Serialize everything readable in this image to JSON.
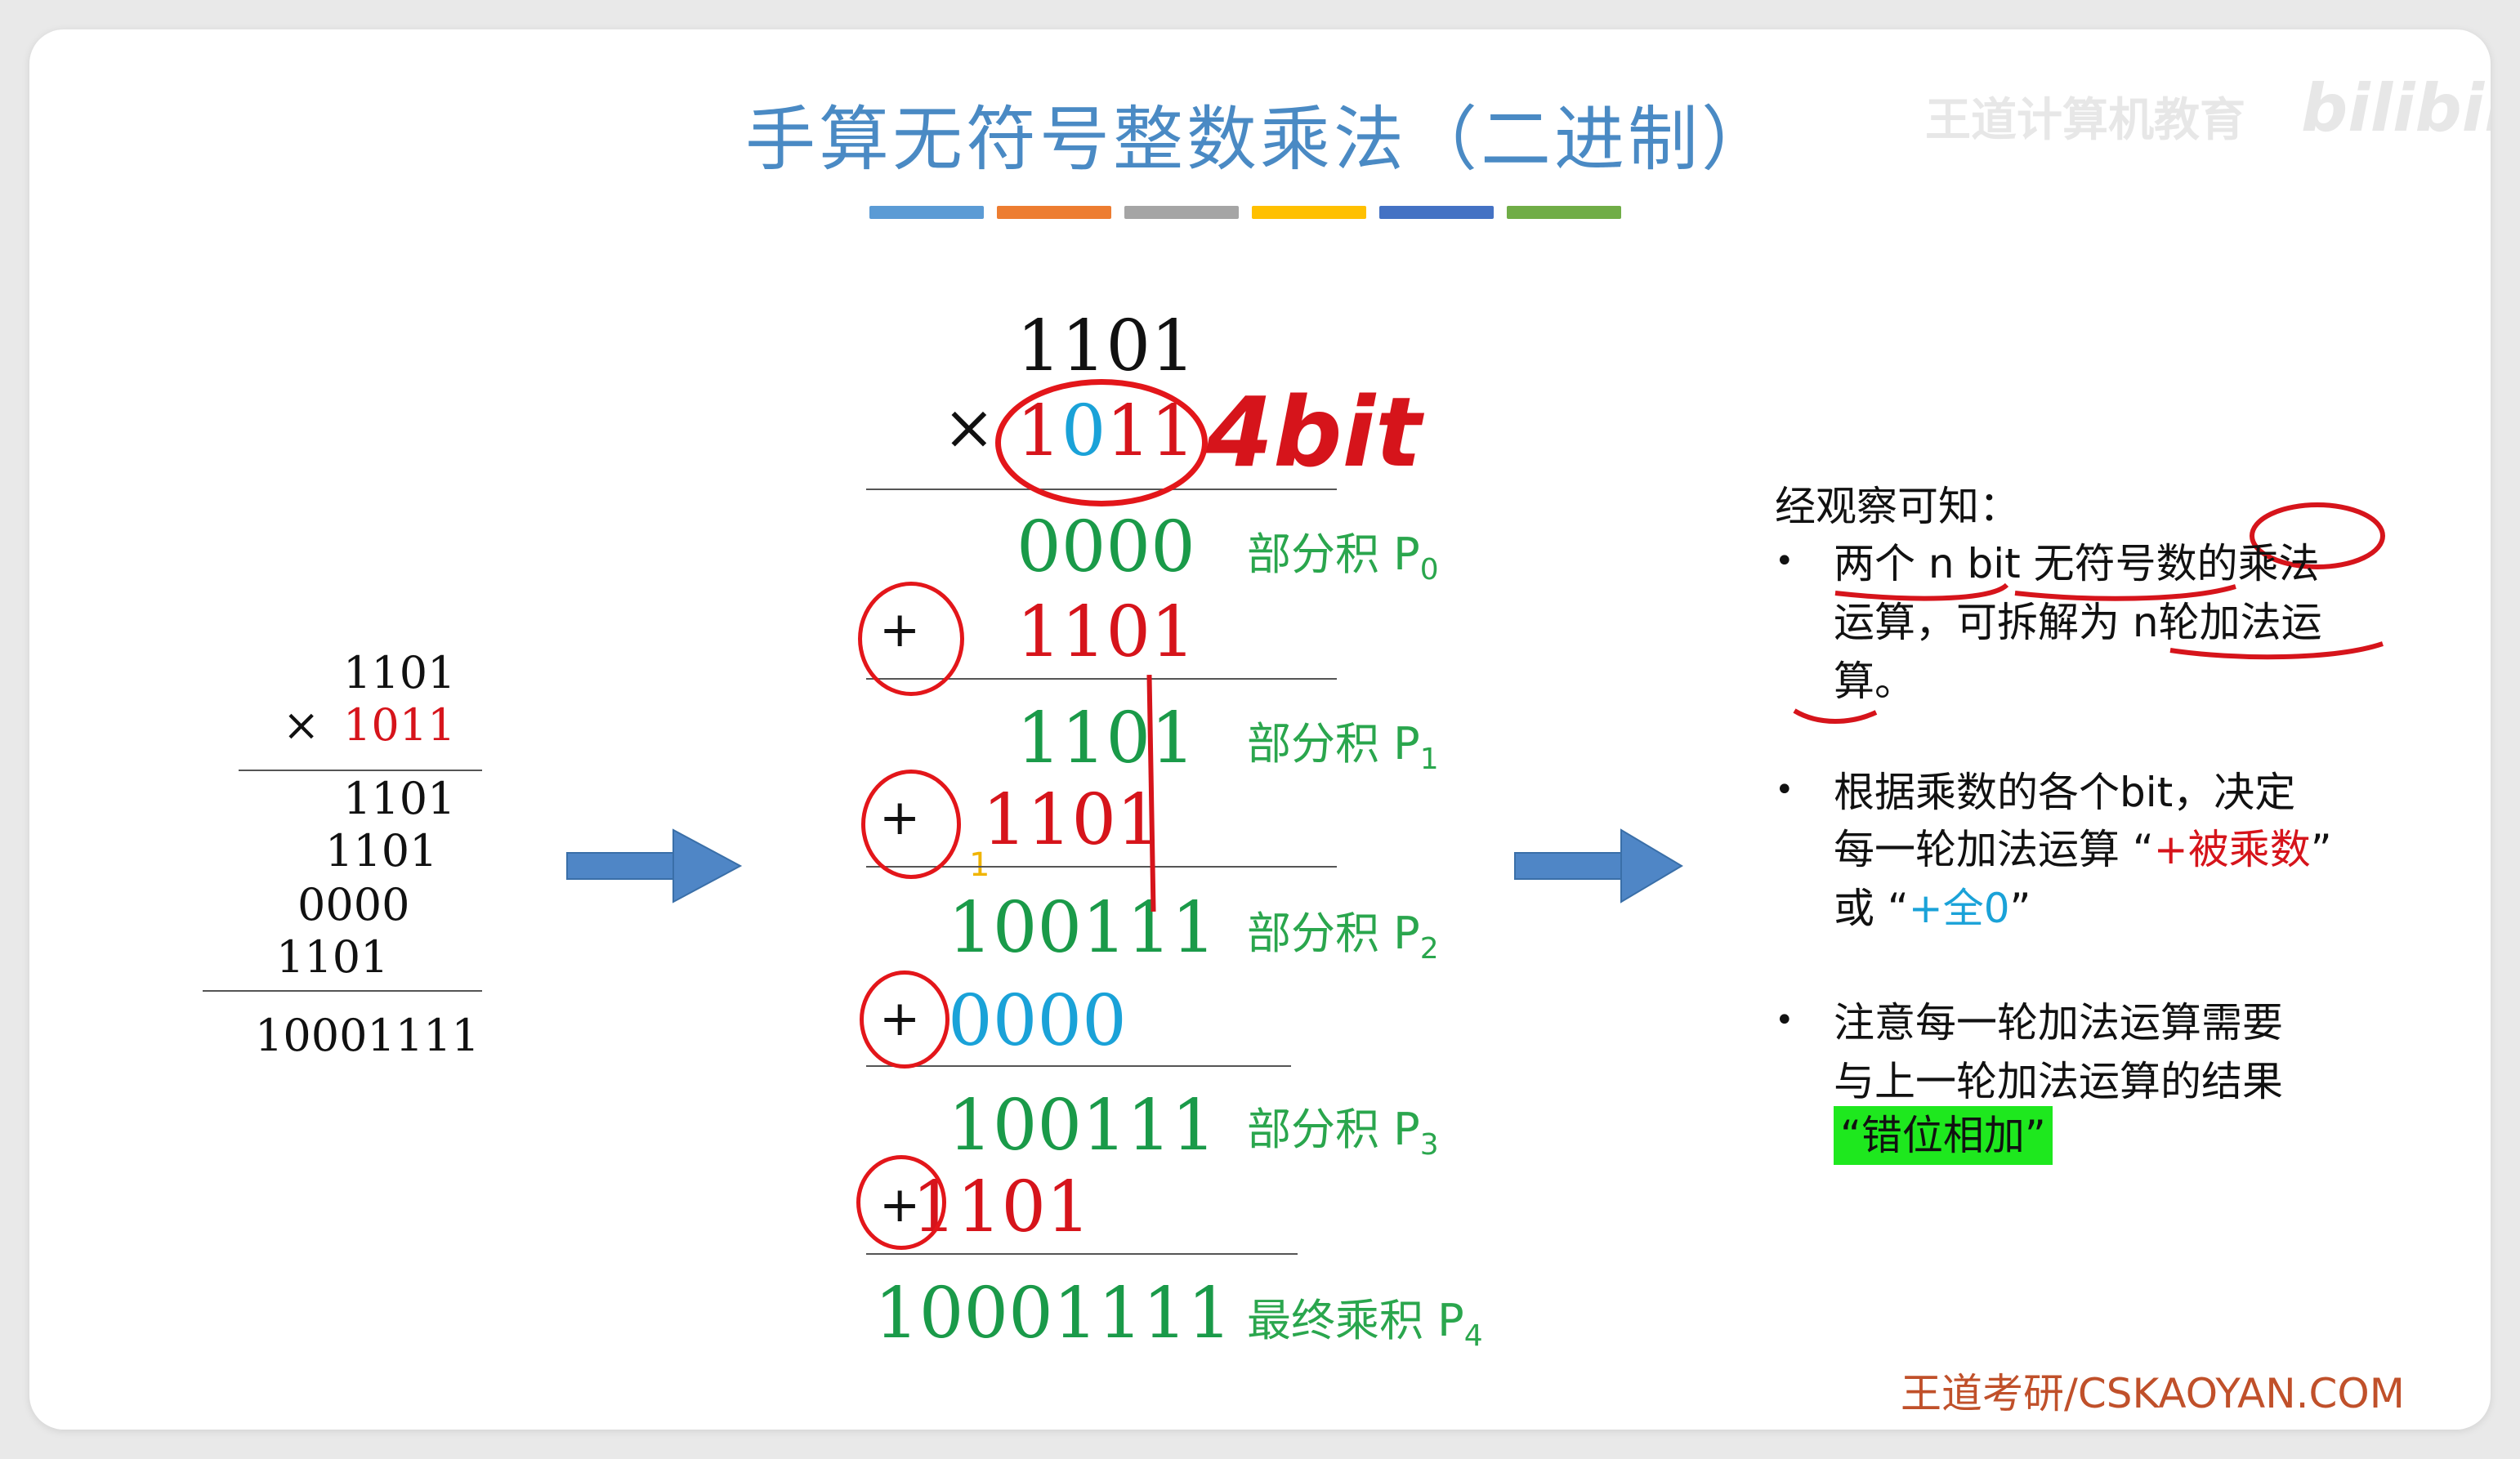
{
  "title": "手算无符号整数乘法（二进制）",
  "watermark": {
    "left": "王道计算机教育",
    "brand": "bilibili"
  },
  "colors": {
    "title": "#4a8ac4",
    "bars": [
      "#5b9bd5",
      "#ed7d31",
      "#a5a5a5",
      "#ffc000",
      "#4472c4",
      "#70ad47"
    ],
    "partial": "#1a9a49",
    "red": "#d6141b",
    "blue": "#1aa2d8",
    "highlight": "#1ee81e",
    "footer": "#c0502a"
  },
  "left_calc": {
    "multiplicand": "1101",
    "times": "×",
    "multiplier": "1011",
    "rows": [
      "1101",
      "1101",
      "0000",
      "1101"
    ],
    "result": "10001111"
  },
  "middle_calc": {
    "top": "1101",
    "times": "×",
    "multiplier_first": "1",
    "multiplier_blue": "0",
    "multiplier_rest": "11",
    "annotation": "4bit",
    "p0": "0000",
    "add1": "1101",
    "p1": "1101",
    "add2": "1101",
    "carry1": "1",
    "p2": "100111",
    "add3": "0000",
    "p3": "100111",
    "add4": "1101",
    "final": "10001111",
    "plus": "+",
    "label_p0": "部分积 P",
    "label_p1": "部分积 P",
    "label_p2": "部分积 P",
    "label_p3": "部分积 P",
    "label_p4": "最终乘积 P",
    "sub0": "0",
    "sub1": "1",
    "sub2": "2",
    "sub3": "3",
    "sub4": "4"
  },
  "right": {
    "heading": "经观察可知：",
    "b1_l1": "两个 n bit 无符号数的乘法",
    "b1_l2": "运算，可拆解为 n轮加法运",
    "b1_l3": "算。",
    "b2_l1": "根据乘数的各个bit，决定",
    "b2_l2a": "每一轮加法运算 “",
    "b2_l2b": "+被乘数",
    "b2_l2c": "”",
    "b2_l3a": "或 “",
    "b2_l3b": "+全0",
    "b2_l3c": "”",
    "b3_l1": "注意每一轮加法运算需要",
    "b3_l2": "与上一轮加法运算的结果",
    "b3_l3": "“错位相加”",
    "bullet": "•"
  },
  "footer": "王道考研/CSKAOYAN.COM"
}
